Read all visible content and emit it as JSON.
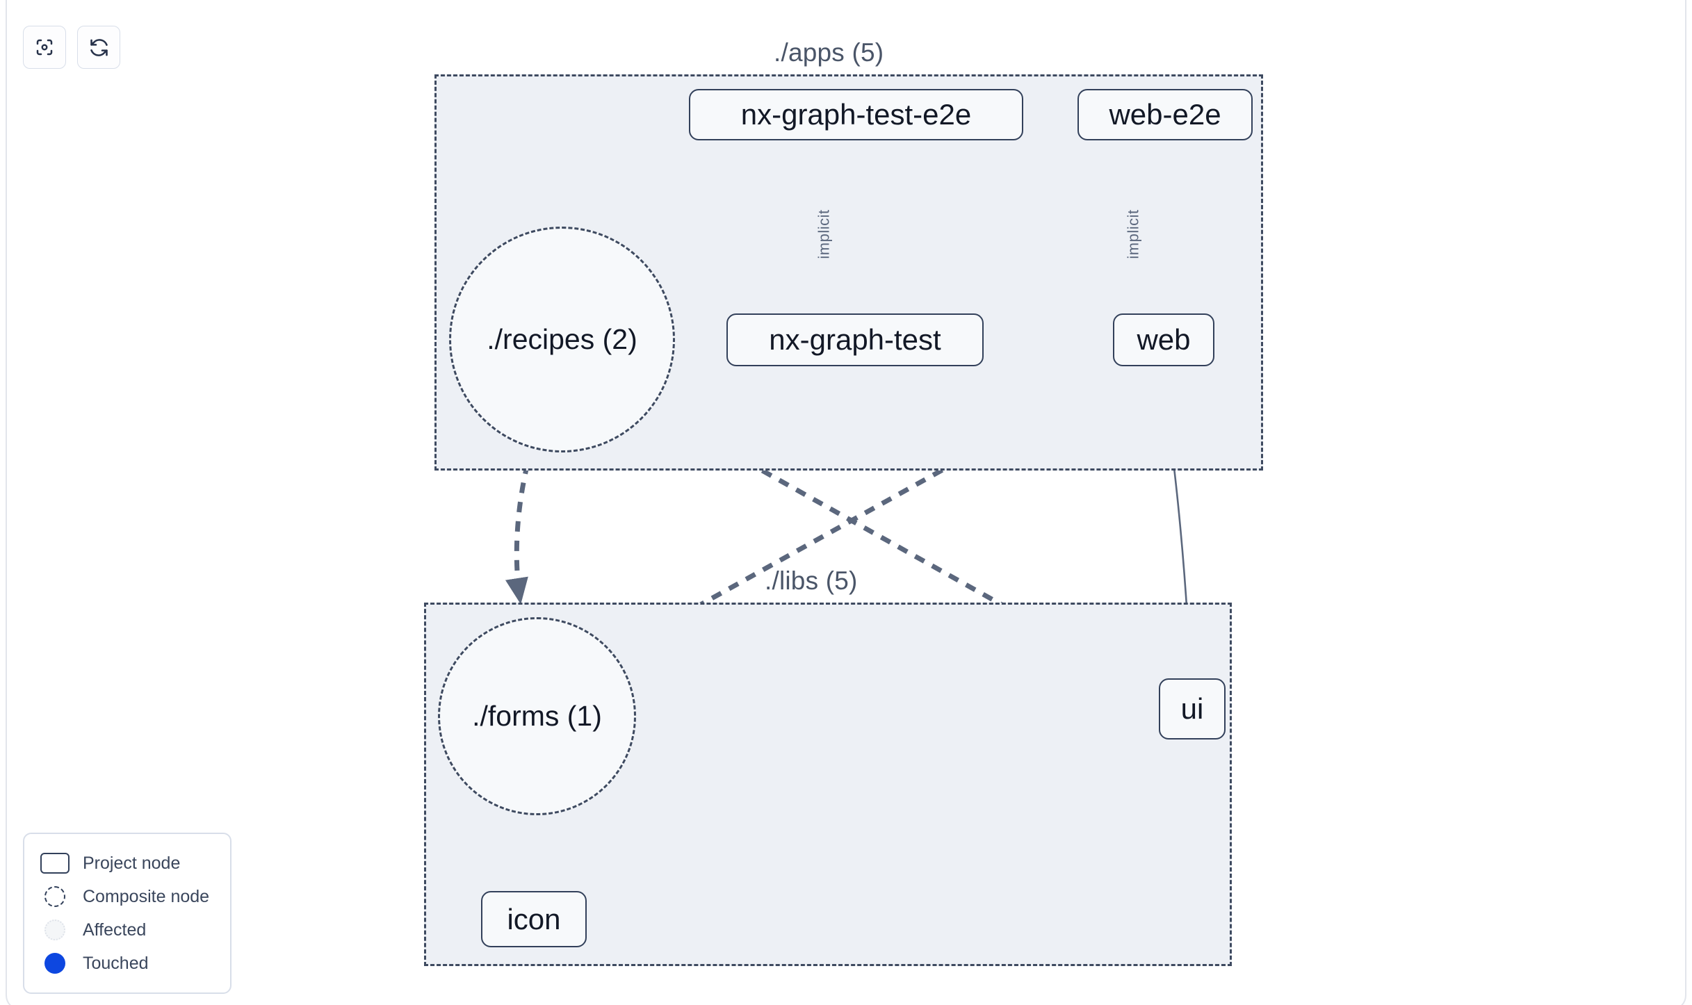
{
  "toolbar": {
    "buttons": [
      {
        "name": "focus-graph-button",
        "icon": "viewfinder-icon",
        "label": ""
      },
      {
        "name": "refresh-graph-button",
        "icon": "refresh-icon",
        "label": ""
      }
    ]
  },
  "graph": {
    "groups": [
      {
        "id": "apps",
        "label": "./apps (5)"
      },
      {
        "id": "libs",
        "label": "./libs (5)"
      }
    ],
    "nodes": [
      {
        "id": "nx-graph-test-e2e",
        "label": "nx-graph-test-e2e",
        "type": "project"
      },
      {
        "id": "web-e2e",
        "label": "web-e2e",
        "type": "project"
      },
      {
        "id": "nx-graph-test",
        "label": "nx-graph-test",
        "type": "project"
      },
      {
        "id": "web",
        "label": "web",
        "type": "project"
      },
      {
        "id": "recipes",
        "label": "./recipes (2)",
        "type": "composite"
      },
      {
        "id": "forms",
        "label": "./forms (1)",
        "type": "composite"
      },
      {
        "id": "ui",
        "label": "ui",
        "type": "project"
      },
      {
        "id": "icon",
        "label": "icon",
        "type": "project"
      }
    ],
    "edges": [
      {
        "from": "nx-graph-test-e2e",
        "to": "nx-graph-test",
        "label": "implicit",
        "style": "solid"
      },
      {
        "from": "web-e2e",
        "to": "web",
        "label": "implicit",
        "style": "solid"
      },
      {
        "from": "web",
        "to": "ui",
        "label": "",
        "style": "solid"
      },
      {
        "from": "recipes",
        "to": "forms",
        "label": "",
        "style": "dashed"
      },
      {
        "from": "recipes",
        "to": "ui",
        "label": "",
        "style": "dashed"
      },
      {
        "from": "web",
        "to": "forms",
        "label": "",
        "style": "dashed"
      },
      {
        "from": "forms",
        "to": "icon",
        "label": "",
        "style": "dashed"
      }
    ]
  },
  "legend": {
    "items": [
      {
        "swatch": "project-node-swatch",
        "label": "Project node"
      },
      {
        "swatch": "composite-node-swatch",
        "label": "Composite node"
      },
      {
        "swatch": "affected-swatch",
        "label": "Affected"
      },
      {
        "swatch": "touched-swatch",
        "label": "Touched"
      }
    ]
  },
  "colors": {
    "group_fill": "#edf0f5",
    "group_border": "#3e4a60",
    "node_border": "#32405a",
    "node_fill": "#f7f9fb",
    "edge": "#5b677d",
    "touched": "#0d47e0",
    "text": "#121826"
  }
}
